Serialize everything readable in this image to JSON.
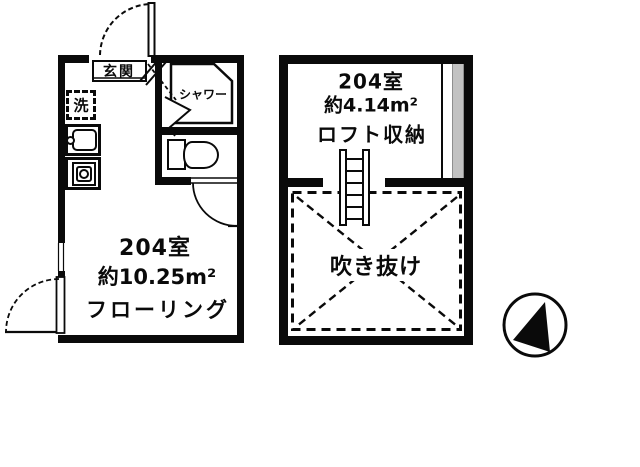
{
  "document": {
    "type": "apartment-floorplan",
    "room_number": "204"
  },
  "plans": {
    "main": {
      "entrance_label": "玄関",
      "shower_label": "シャワー",
      "laundry_label": "洗",
      "room_label": "204室",
      "area_label": "約10.25m²",
      "flooring_label": "フローリング"
    },
    "loft": {
      "room_label": "204室",
      "area_label": "約4.14m²",
      "storage_label": "ロフト収納",
      "void_label": "吹き抜け"
    }
  },
  "icons": {
    "compass": "north-arrow-in-circle",
    "ladder": "loft-ladder",
    "toilet": "toilet-fixture",
    "sink": "kitchen-sink",
    "stove": "single-burner-stove",
    "washer_space": "washing-machine-space"
  },
  "colors": {
    "line": "#0a0a0a",
    "background": "#ffffff",
    "window_strip": "#c2c2c2"
  }
}
